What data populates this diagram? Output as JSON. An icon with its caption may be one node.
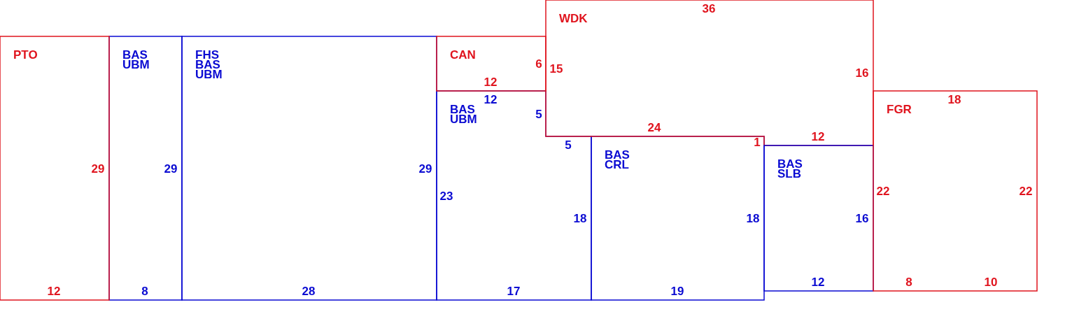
{
  "diagram": {
    "nodes": [
      {
        "text": [
          "PTO"
        ]
      },
      {
        "text": [
          "BAS",
          "UBM"
        ]
      },
      {
        "text": [
          "FHS",
          "BAS",
          "UBM"
        ]
      },
      {
        "text": [
          "CAN"
        ]
      },
      {
        "text": [
          "BAS",
          "UBM"
        ]
      },
      {
        "text": [
          "WDK"
        ]
      },
      {
        "text": [
          "BAS",
          "CRL"
        ]
      },
      {
        "text": [
          "BAS",
          "SLB"
        ]
      },
      {
        "text": [
          "FGR"
        ]
      }
    ],
    "labels": [
      "36",
      "6",
      "15",
      "16",
      "12",
      "12",
      "18",
      "5",
      "24",
      "12",
      "5",
      "1",
      "29",
      "29",
      "29",
      "22",
      "22",
      "23",
      "18",
      "18",
      "16",
      "12",
      "8",
      "10",
      "12",
      "8",
      "28",
      "17",
      "19"
    ]
  }
}
